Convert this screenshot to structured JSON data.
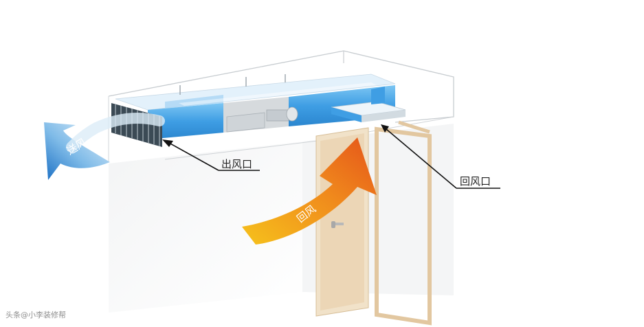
{
  "labels": {
    "supply_air": "送风",
    "outlet": "出风口",
    "return_air": "回风",
    "return_vent": "回风口"
  },
  "watermark": "头条@小李装修帮",
  "colors": {
    "duct_blue": "#3f9ee4",
    "duct_gray": "#d6dadd",
    "supply_arrow_start": "#1a6fc4",
    "supply_arrow_end": "#e8f3fb",
    "return_arrow_start": "#f6c21c",
    "return_arrow_end": "#e5541a",
    "door_wood": "#ecd6b6"
  }
}
